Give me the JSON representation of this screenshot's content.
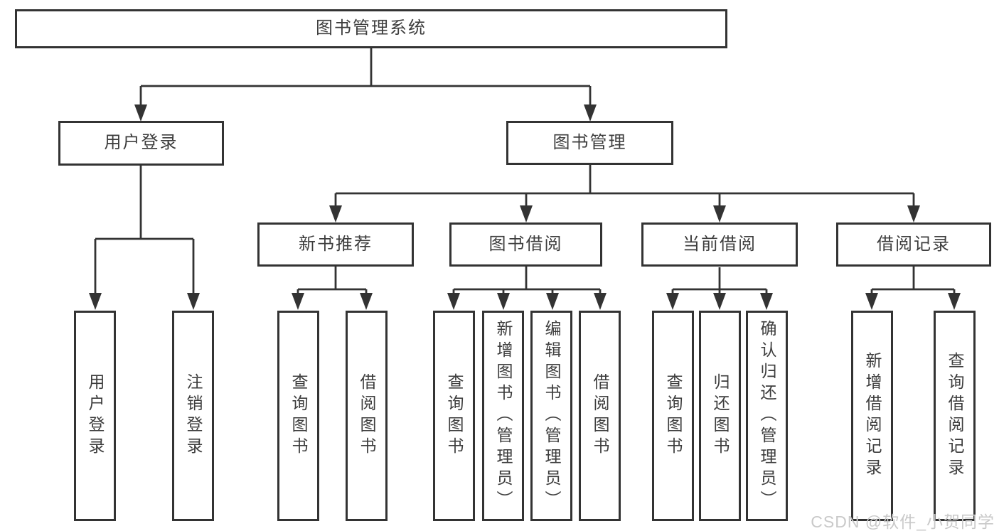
{
  "diagram": {
    "root": {
      "label": "图书管理系统"
    },
    "branches": [
      {
        "label": "用户登录",
        "children": [
          {
            "label": "用户登录"
          },
          {
            "label": "注销登录"
          }
        ]
      },
      {
        "label": "图书管理",
        "children": [
          {
            "label": "新书推荐",
            "children": [
              {
                "label": "查询图书"
              },
              {
                "label": "借阅图书"
              }
            ]
          },
          {
            "label": "图书借阅",
            "children": [
              {
                "label": "查询图书"
              },
              {
                "label": "新增图书（管理员）"
              },
              {
                "label": "编辑图书（管理员）"
              },
              {
                "label": "借阅图书"
              }
            ]
          },
          {
            "label": "当前借阅",
            "children": [
              {
                "label": "查询图书"
              },
              {
                "label": "归还图书"
              },
              {
                "label": "确认归还（管理员）"
              }
            ]
          },
          {
            "label": "借阅记录",
            "children": [
              {
                "label": "新增借阅记录"
              },
              {
                "label": "查询借阅记录"
              }
            ]
          }
        ]
      }
    ]
  },
  "watermark": {
    "text": "CSDN @软件_小贺同学"
  },
  "colors": {
    "line": "#333333",
    "box_border": "#333333",
    "text": "#3d3d3d",
    "background": "#ffffff",
    "watermark": "#c9c9c9"
  }
}
